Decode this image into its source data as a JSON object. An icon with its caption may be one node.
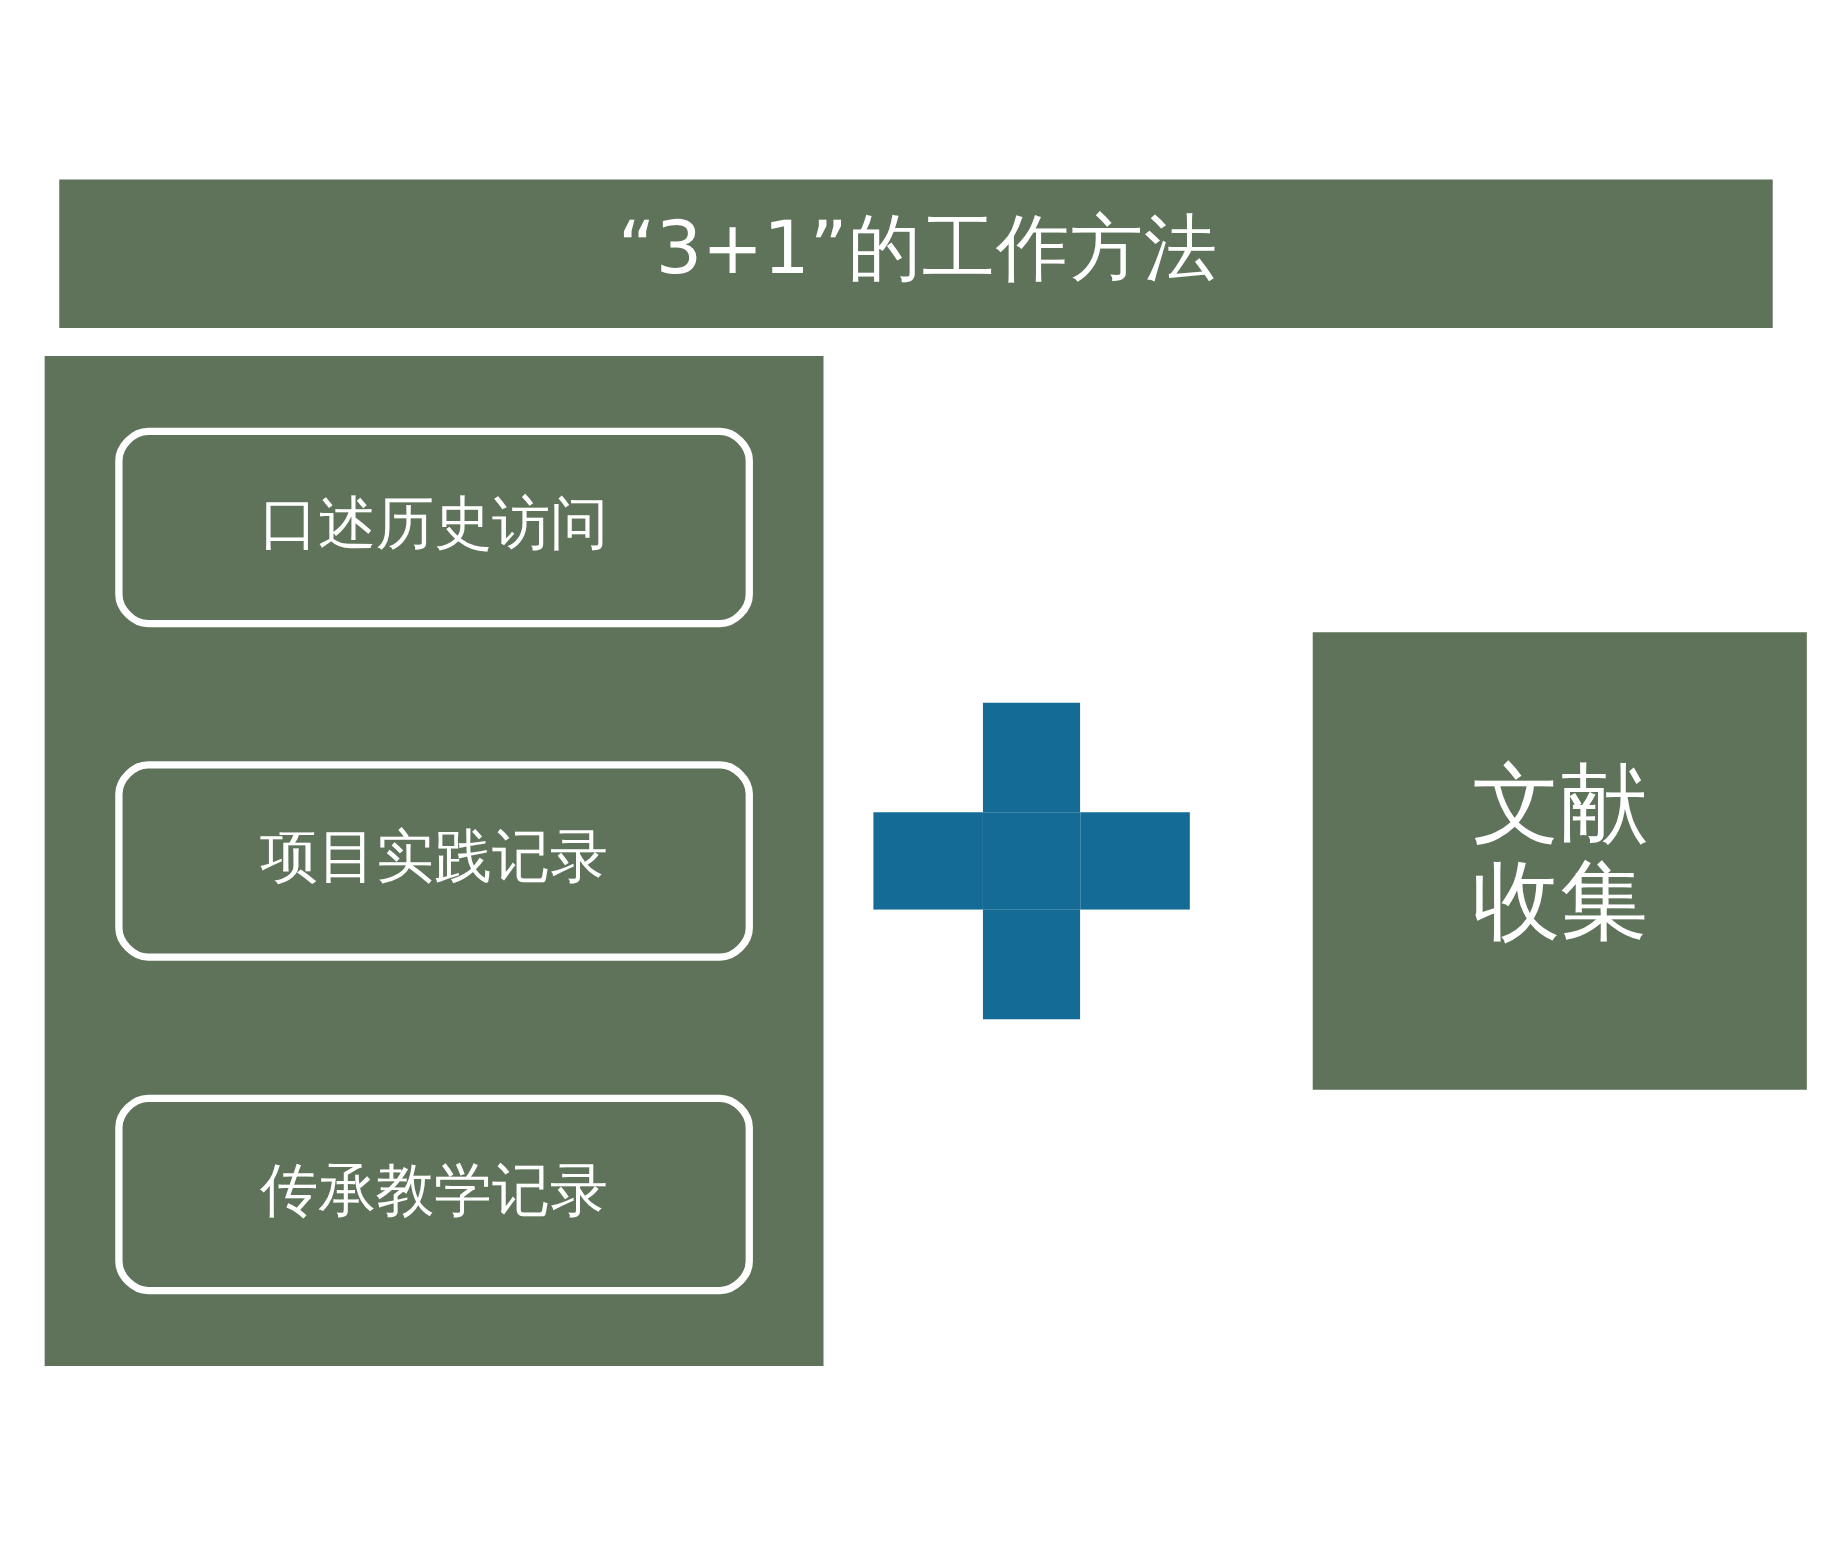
{
  "diagram": {
    "title": "“3+1”的工作方法",
    "nodes": [
      {
        "text": [],
        "shape": "box"
      },
      {
        "text": [
          "口述历史访问"
        ],
        "in": 0
      },
      {
        "text": [
          "项目实践记录"
        ],
        "in": 0
      },
      {
        "text": [
          "传承教学记录"
        ],
        "in": 0
      },
      {
        "text": [],
        "shape": "plus"
      },
      {
        "text": [
          "文献收集"
        ]
      }
    ]
  }
}
